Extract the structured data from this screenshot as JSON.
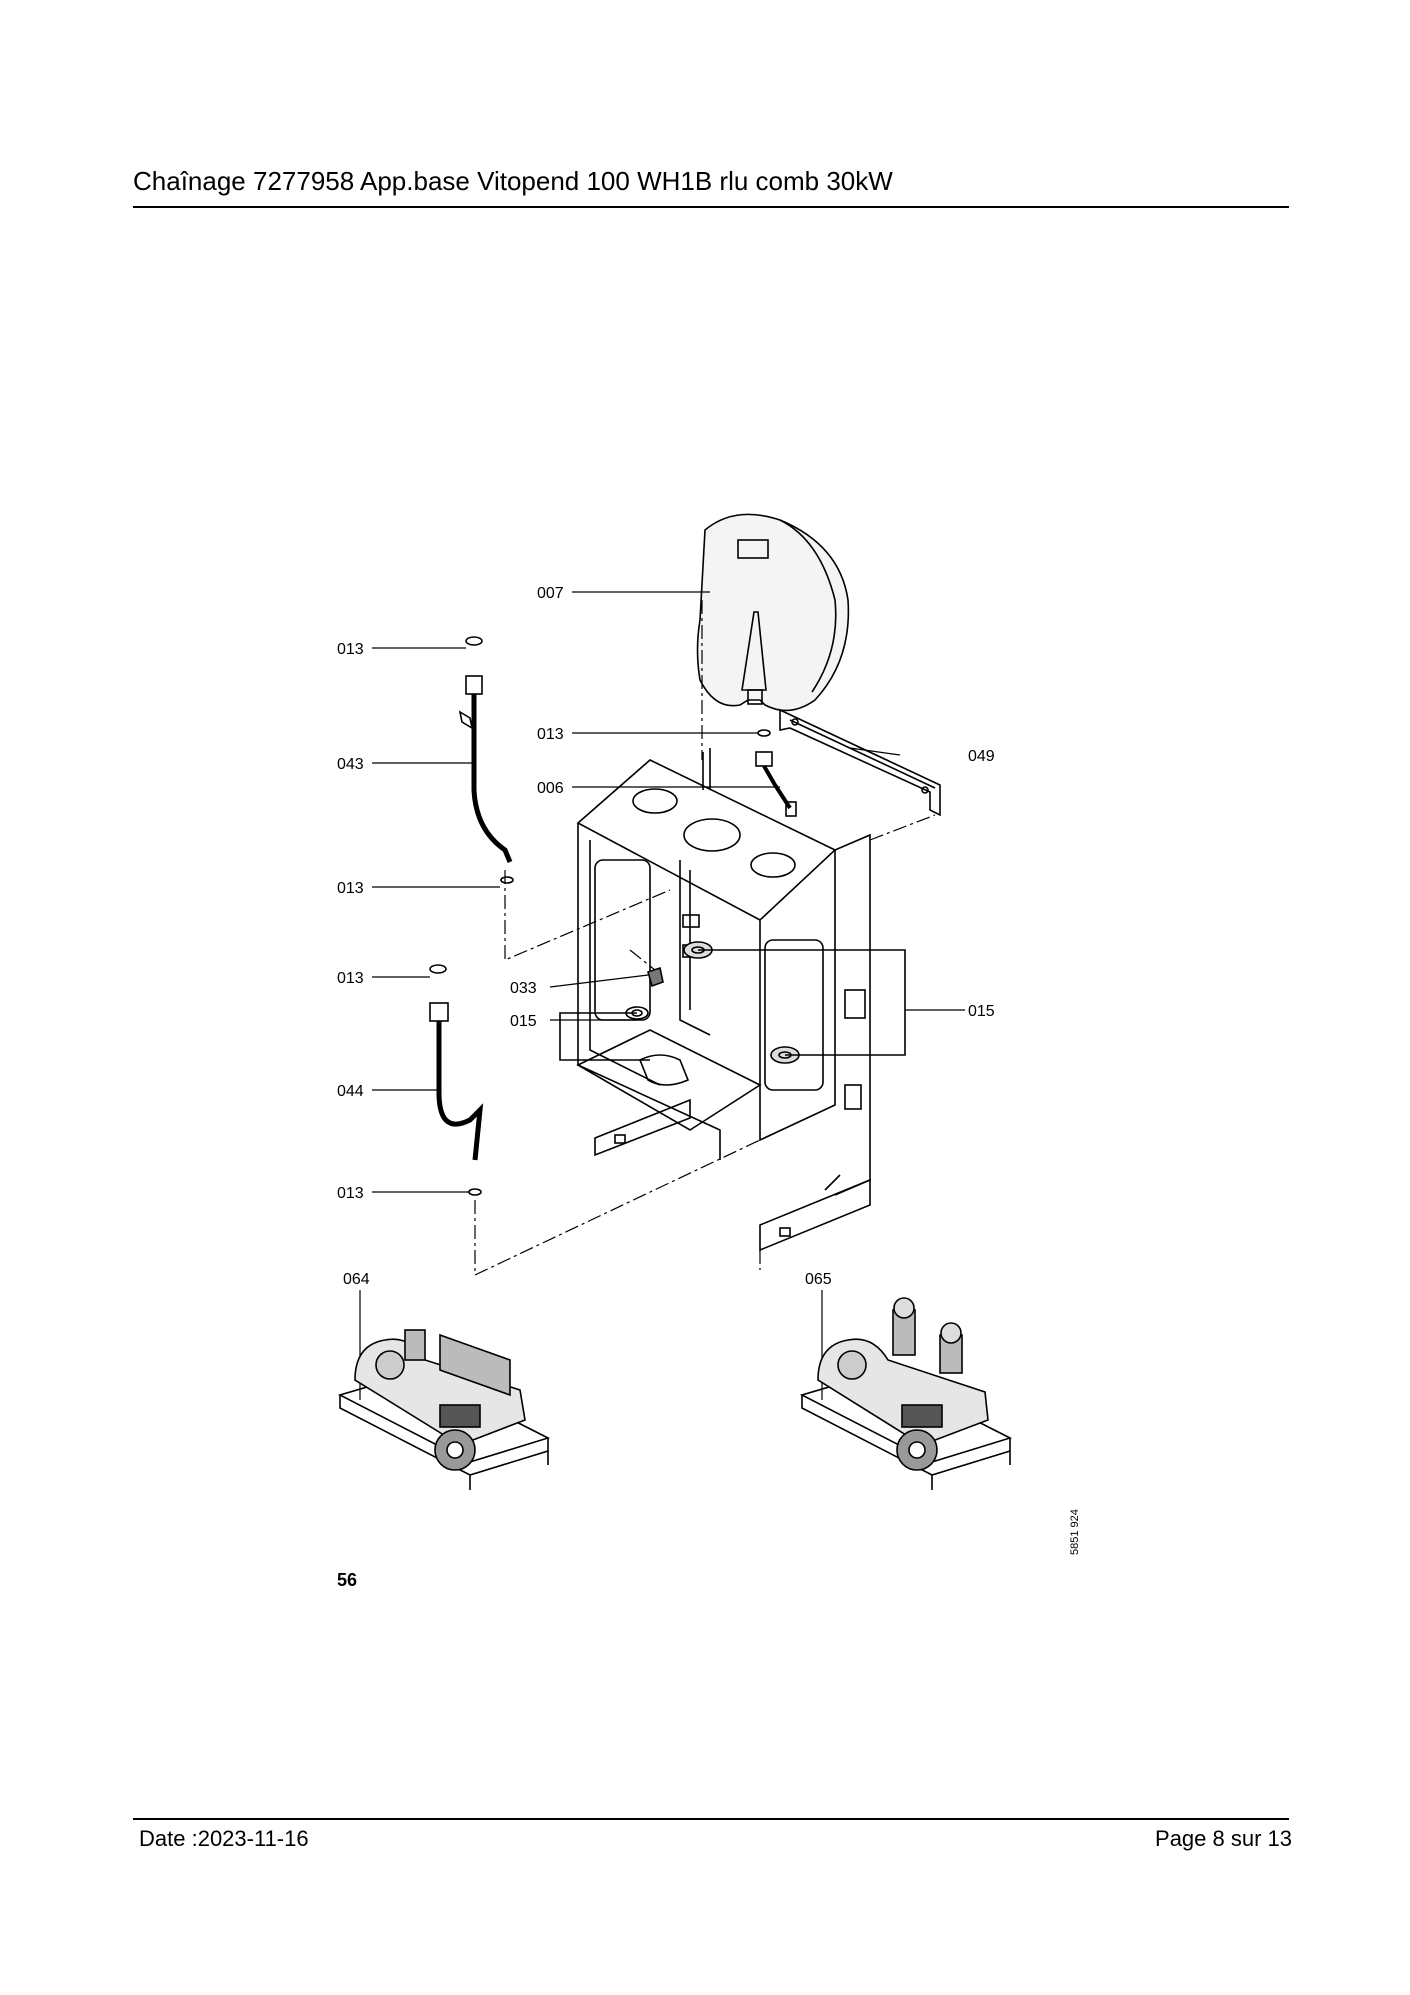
{
  "header": {
    "title": "Chaînage 7277958 App.base Vitopend 100 WH1B rlu comb 30kW"
  },
  "diagram": {
    "callouts": {
      "c007": "007",
      "c013a": "013",
      "c013b": "013",
      "c043": "043",
      "c006": "006",
      "c049": "049",
      "c013c": "013",
      "c013d": "013",
      "c033": "033",
      "c015a": "015",
      "c015b": "015",
      "c044": "044",
      "c013e": "013",
      "c064": "064",
      "c065": "065"
    },
    "figure_number": "56",
    "drawing_id": "5851 924"
  },
  "footer": {
    "date_label": "Date :",
    "date_value": "2023-11-16",
    "page_label": "Page 8 sur  13"
  }
}
